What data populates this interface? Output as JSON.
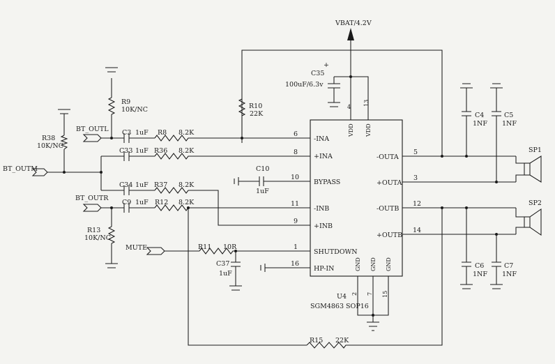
{
  "supply": "VBAT/4.2V",
  "chip": {
    "ref": "U4",
    "part": "SGM4863  SOP16"
  },
  "net_labels": {
    "bt_outl": "BT_OUTL",
    "bt_outm": "BT_OUTM",
    "bt_outr": "BT_OUTR",
    "mute": "MUTE"
  },
  "components": {
    "r9": {
      "ref": "R9",
      "value": "10K/NC"
    },
    "r38": {
      "ref": "R38",
      "value": "10K/NC"
    },
    "r13": {
      "ref": "R13",
      "value": "10K/NC"
    },
    "r10": {
      "ref": "R10",
      "value": "22K"
    },
    "r15": {
      "ref": "R15",
      "value": "22K"
    },
    "r8": {
      "ref": "R8",
      "value": "8.2K"
    },
    "r36": {
      "ref": "R36",
      "value": "8.2K"
    },
    "r37": {
      "ref": "R37",
      "value": "8.2K"
    },
    "r12": {
      "ref": "R12",
      "value": "8.2K"
    },
    "r11": {
      "ref": "R11",
      "value": "10R"
    },
    "c3": {
      "ref": "C3",
      "value": "1uF"
    },
    "c33": {
      "ref": "C33",
      "value": "1uF"
    },
    "c34": {
      "ref": "C34",
      "value": "1uF"
    },
    "c9": {
      "ref": "C9",
      "value": "1uF"
    },
    "c10": {
      "ref": "C10",
      "value": "1uF"
    },
    "c37": {
      "ref": "C37",
      "value": "1uF"
    },
    "c35": {
      "ref": "C35",
      "value": "100uF/6.3v"
    },
    "c4": {
      "ref": "C4",
      "value": "1NF"
    },
    "c5": {
      "ref": "C5",
      "value": "1NF"
    },
    "c6": {
      "ref": "C6",
      "value": "1NF"
    },
    "c7": {
      "ref": "C7",
      "value": "1NF"
    },
    "sp1": {
      "ref": "SP1"
    },
    "sp2": {
      "ref": "SP2"
    }
  },
  "pins": {
    "ina_neg": {
      "num": "6",
      "name": "-INA"
    },
    "ina_pos": {
      "num": "8",
      "name": "+INA"
    },
    "bypass": {
      "num": "10",
      "name": "BYPASS"
    },
    "inb_neg": {
      "num": "11",
      "name": "-INB"
    },
    "inb_pos": {
      "num": "9",
      "name": "+INB"
    },
    "shutdown": {
      "num": "1",
      "name": "SHUTDOWN"
    },
    "hp_in": {
      "num": "16",
      "name": "HP-IN"
    },
    "outa_neg": {
      "num": "5",
      "name": "-OUTA"
    },
    "outa_pos": {
      "num": "3",
      "name": "+OUTA"
    },
    "outb_neg": {
      "num": "12",
      "name": "-OUTB"
    },
    "outb_pos": {
      "num": "14",
      "name": "+OUTB"
    },
    "vdd1": {
      "num": "4",
      "name": "VDD"
    },
    "vdd2": {
      "num": "13",
      "name": "VDD"
    },
    "gnd1": {
      "num": "2",
      "name": "GND"
    },
    "gnd2": {
      "num": "7",
      "name": "GND"
    },
    "gnd3": {
      "num": "15",
      "name": "GND"
    }
  },
  "c35_polarity": "+"
}
